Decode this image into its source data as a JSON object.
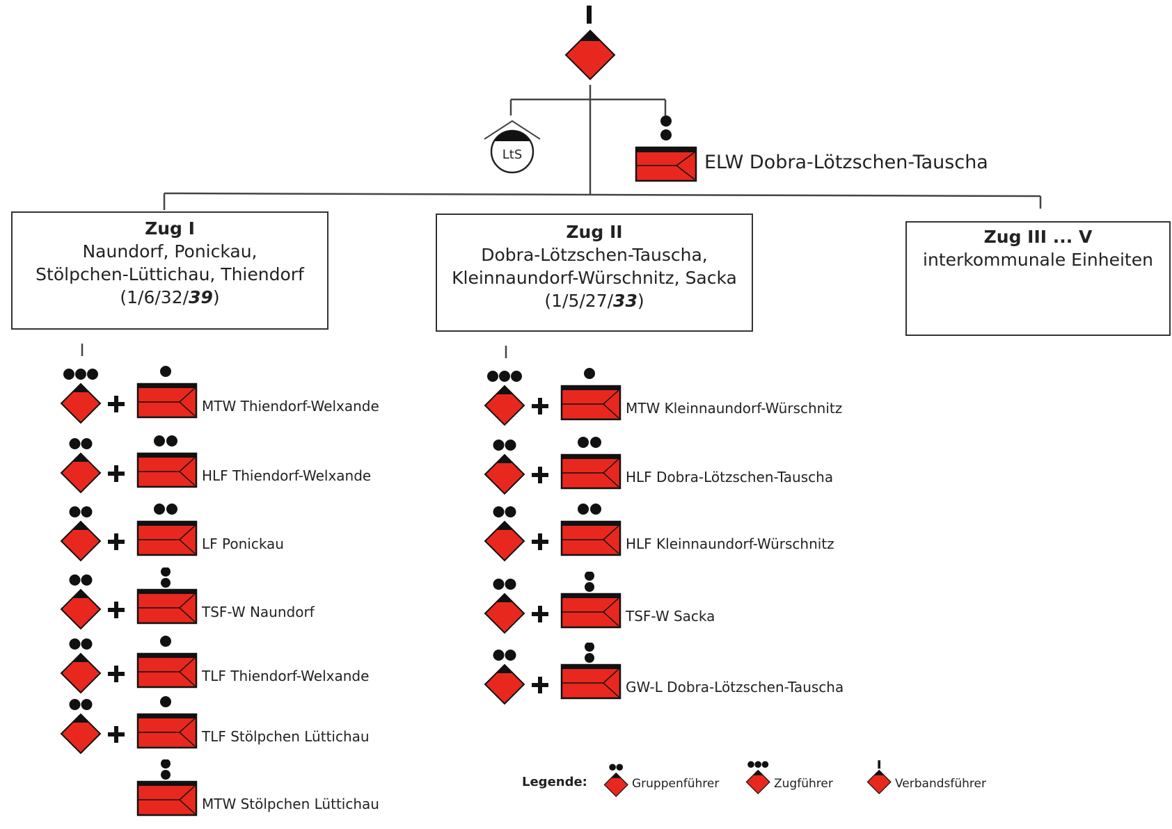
{
  "colors": {
    "red": "#e8281e",
    "line": "#444444",
    "dark": "#111111"
  },
  "top": {
    "rank_icon": "verbandsfuehrer-icon"
  },
  "lts": {
    "label": "LtS"
  },
  "elw": {
    "label": "ELW Dobra-Lötzschen-Tauscha",
    "crew_dots": 2
  },
  "zug1": {
    "title": "Zug I",
    "lines": [
      "Naundorf, Ponickau,",
      "Stölpchen-Lüttichau, Thiendorf"
    ],
    "strength_prefix": "(1/6/32/",
    "strength_total": "39",
    "strength_suffix": ")",
    "units": [
      {
        "label": "MTW Thiendorf-Welxande",
        "leader": "zugfuehrer",
        "crew": 1
      },
      {
        "label": "HLF Thiendorf-Welxande",
        "leader": "gruppenfuehrer",
        "crew": 2
      },
      {
        "label": "LF Ponickau",
        "leader": "gruppenfuehrer",
        "crew": 2
      },
      {
        "label": "TSF-W Naundorf",
        "leader": "gruppenfuehrer",
        "crew": 2
      },
      {
        "label": "TLF Thiendorf-Welxande",
        "leader": "gruppenfuehrer",
        "crew": 1
      },
      {
        "label": "TLF Stölpchen Lüttichau",
        "leader": "gruppenfuehrer",
        "crew": 1
      },
      {
        "label": "MTW Stölpchen Lüttichau",
        "leader": "none",
        "crew": 2
      }
    ]
  },
  "zug2": {
    "title": "Zug II",
    "lines": [
      "Dobra-Lötzschen-Tauscha,",
      "Kleinnaundorf-Würschnitz, Sacka"
    ],
    "strength_prefix": "(1/5/27/",
    "strength_total": "33",
    "strength_suffix": ")",
    "units": [
      {
        "label": "MTW Kleinnaundorf-Würschnitz",
        "leader": "zugfuehrer",
        "crew": 1
      },
      {
        "label": "HLF Dobra-Lötzschen-Tauscha",
        "leader": "gruppenfuehrer",
        "crew": 2
      },
      {
        "label": "HLF Kleinnaundorf-Würschnitz",
        "leader": "gruppenfuehrer",
        "crew": 2
      },
      {
        "label": "TSF-W Sacka",
        "leader": "gruppenfuehrer",
        "crew": 2
      },
      {
        "label": "GW-L Dobra-Lötzschen-Tauscha",
        "leader": "gruppenfuehrer",
        "crew": 2
      }
    ]
  },
  "zug3": {
    "title": "Zug III ... V",
    "lines": [
      "interkommunale Einheiten"
    ]
  },
  "legend": {
    "title": "Legende:",
    "items": [
      {
        "label": "Gruppenführer",
        "rank": "gruppenfuehrer"
      },
      {
        "label": "Zugführer",
        "rank": "zugfuehrer"
      },
      {
        "label": "Verbandsführer",
        "rank": "verbandsfuehrer"
      }
    ]
  }
}
